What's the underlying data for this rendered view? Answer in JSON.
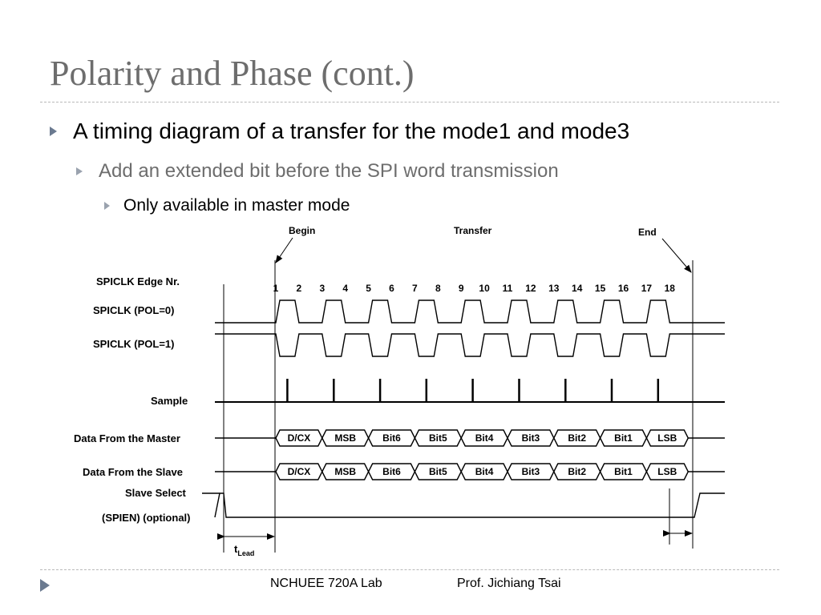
{
  "slide": {
    "title": "Polarity and Phase (cont.)",
    "bullets": [
      "A timing diagram of a transfer for the mode1 and mode3",
      "Add an extended bit before the SPI word transmission",
      "Only available in master mode"
    ]
  },
  "diagram": {
    "phase_labels": {
      "begin": "Begin",
      "transfer": "Transfer",
      "end": "End"
    },
    "signal_labels": {
      "edge_nr": "SPICLK Edge Nr.",
      "clk_pol0": "SPICLK (POL=0)",
      "clk_pol1": "SPICLK (POL=1)",
      "sample": "Sample",
      "master": "Data From the Master",
      "slave": "Data From the Slave",
      "ss1": "Slave Select",
      "ss2": "(SPIEN) (optional)"
    },
    "edge_numbers": [
      "1",
      "2",
      "3",
      "4",
      "5",
      "6",
      "7",
      "8",
      "9",
      "10",
      "11",
      "12",
      "13",
      "14",
      "15",
      "16",
      "17",
      "18"
    ],
    "bits": [
      "D/CX",
      "MSB",
      "Bit6",
      "Bit5",
      "Bit4",
      "Bit3",
      "Bit2",
      "Bit1",
      "LSB"
    ],
    "t_lead": "t",
    "t_lead_sub": "Lead"
  },
  "footer": {
    "lab": "NCHUEE 720A Lab",
    "author": "Prof. Jichiang Tsai"
  }
}
